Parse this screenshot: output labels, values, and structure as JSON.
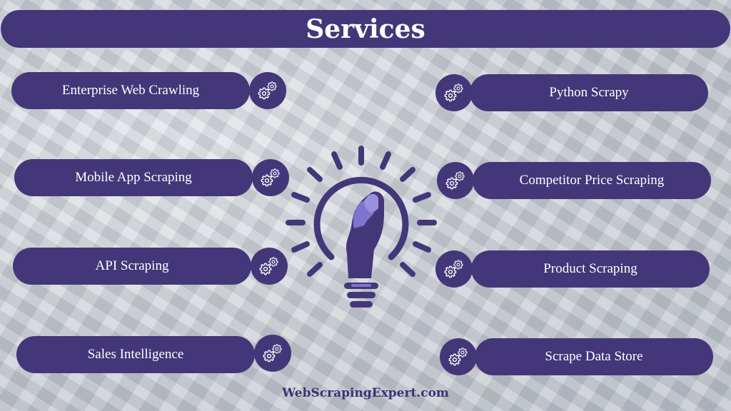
{
  "title": "Services",
  "services_left": [
    {
      "label": "Enterprise Web Crawling"
    },
    {
      "label": "Mobile App Scraping"
    },
    {
      "label": "API Scraping"
    },
    {
      "label": "Sales Intelligence"
    }
  ],
  "services_right": [
    {
      "label": "Python Scrapy"
    },
    {
      "label": "Competitor Price Scraping"
    },
    {
      "label": "Product Scraping"
    },
    {
      "label": "Scrape Data Store"
    }
  ],
  "footer": "WebScrapingExpert.com",
  "colors": {
    "primary": "#433779",
    "accent": "#7e74cf",
    "text": "#ffffff"
  },
  "icons": {
    "service": "gears-icon",
    "central": "lightbulb-hand-icon"
  }
}
